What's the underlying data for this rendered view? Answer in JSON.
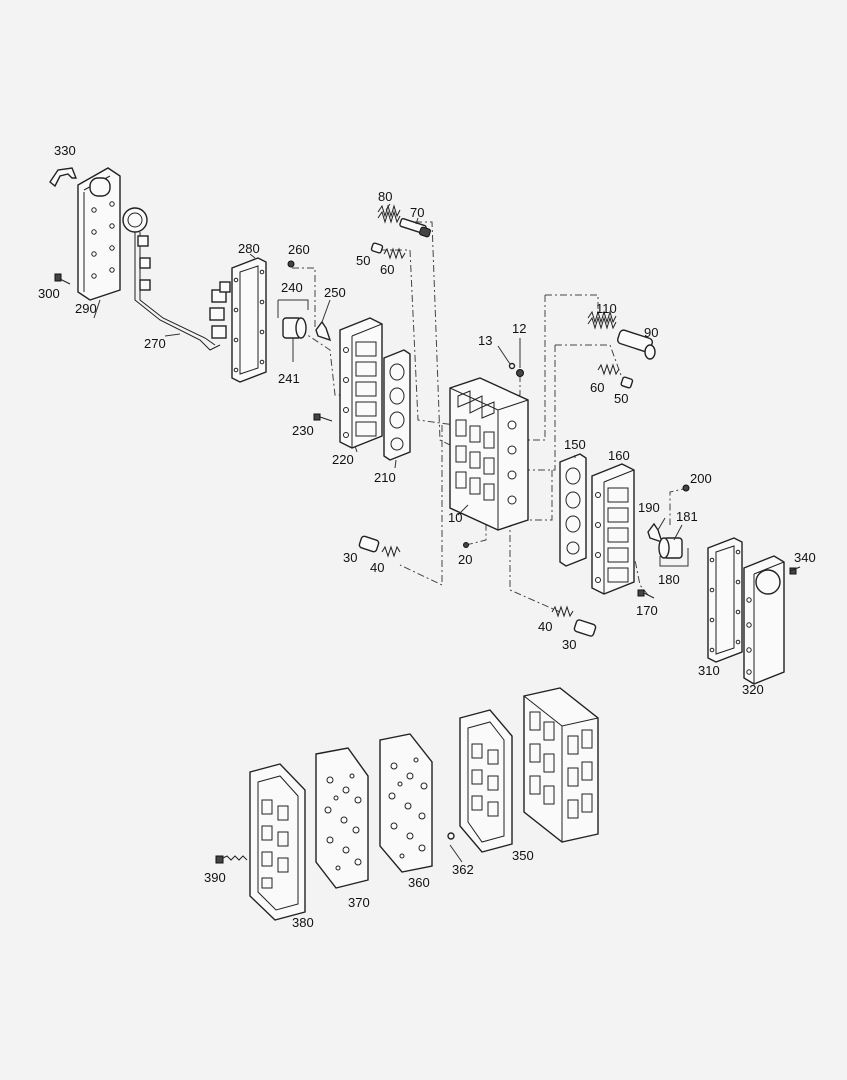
{
  "labels": {
    "p330": "330",
    "p290": "290",
    "p300": "300",
    "p270": "270",
    "p280": "280",
    "p260": "260",
    "p240": "240",
    "p250": "250",
    "p241": "241",
    "p80": "80",
    "p70": "70",
    "p50a": "50",
    "p60a": "60",
    "p230": "230",
    "p220": "220",
    "p210": "210",
    "p12": "12",
    "p13": "13",
    "p110": "110",
    "p90": "90",
    "p60b": "60",
    "p50b": "50",
    "p10": "10",
    "p20": "20",
    "p30a": "30",
    "p40a": "40",
    "p150": "150",
    "p160": "160",
    "p200": "200",
    "p190": "190",
    "p181": "181",
    "p180": "180",
    "p170": "170",
    "p340": "340",
    "p310": "310",
    "p320": "320",
    "p40b": "40",
    "p30b": "30",
    "p390": "390",
    "p380": "380",
    "p370": "370",
    "p360": "360",
    "p362": "362",
    "p350": "350"
  },
  "colors": {
    "background": "#f3f3f3",
    "line": "#222222"
  }
}
